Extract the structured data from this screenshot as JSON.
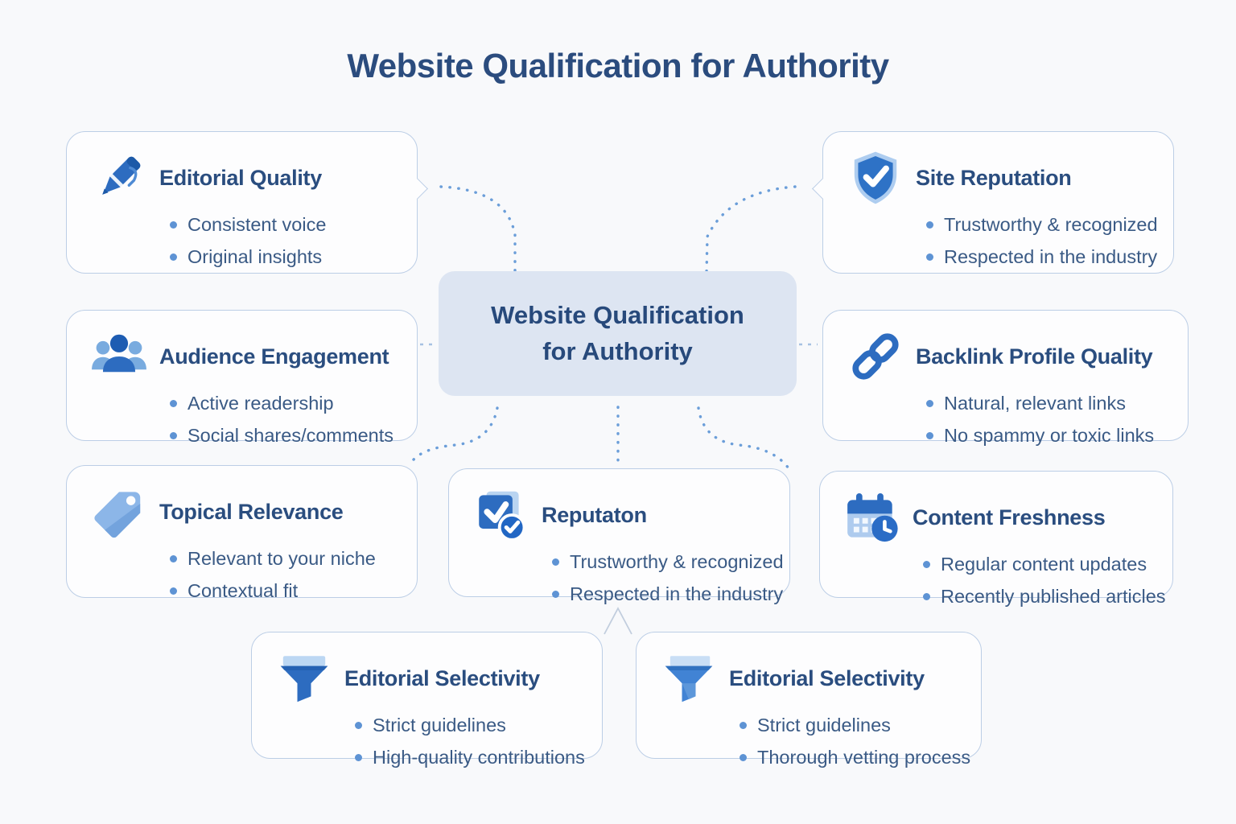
{
  "page": {
    "title": "Website Qualification for Authority",
    "background_color": "#f8f9fb"
  },
  "center": {
    "line1": "Website Qualification",
    "line2": "for Authority",
    "fill_color": "#dde5f2",
    "text_color": "#27497b"
  },
  "colors": {
    "primary_blue": "#2d6cc0",
    "dark_blue": "#1d5aa8",
    "light_blue": "#79abdf",
    "pale_blue": "#b9d4f1",
    "dotted_connector": "#6b9ed9",
    "card_border": "#bccee6",
    "title_text": "#2b4c7e",
    "bullet_text": "#3a5a85",
    "bullet_dot": "#5e93d4"
  },
  "cards": [
    {
      "id": "editorial-quality",
      "icon": "pen-icon",
      "title": "Editorial Quality",
      "bullets": [
        "Consistent voice",
        "Original insights"
      ]
    },
    {
      "id": "site-reputation",
      "icon": "shield-check-icon",
      "title": "Site Reputation",
      "bullets": [
        "Trustworthy & recognized",
        "Respected in the industry"
      ]
    },
    {
      "id": "audience-engagement",
      "icon": "people-icon",
      "title": "Audience Engagement",
      "bullets": [
        "Active readership",
        "Social shares/comments"
      ]
    },
    {
      "id": "backlink-profile-quality",
      "icon": "link-icon",
      "title": "Backlink Profile Quality",
      "bullets": [
        "Natural, relevant links",
        "No spammy or toxic links"
      ]
    },
    {
      "id": "topical-relevance",
      "icon": "tag-icon",
      "title": "Topical Relevance",
      "bullets": [
        "Relevant to your niche",
        "Contextual fit"
      ]
    },
    {
      "id": "reputaton",
      "icon": "check-square-icon",
      "title": "Reputaton",
      "bullets": [
        "Trustworthy & recognized",
        "Respected in the industry"
      ]
    },
    {
      "id": "content-freshness",
      "icon": "calendar-clock-icon",
      "title": "Content Freshness",
      "bullets": [
        "Regular content updates",
        "Recently published articles"
      ]
    },
    {
      "id": "editorial-selectivity-1",
      "icon": "funnel-icon",
      "title": "Editorial Selectivity",
      "bullets": [
        "Strict guidelines",
        "High-quality contributions"
      ]
    },
    {
      "id": "editorial-selectivity-2",
      "icon": "funnel-icon",
      "title": "Editorial Selectivity",
      "bullets": [
        "Strict guidelines",
        "Thorough vetting process"
      ]
    }
  ]
}
